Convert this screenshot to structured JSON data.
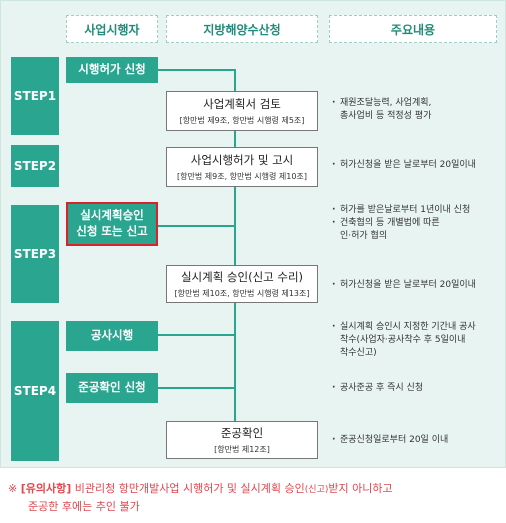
{
  "headers": {
    "operator": "사업시행자",
    "authority": "지방해양수산청",
    "content": "주요내용"
  },
  "steps": [
    "STEP1",
    "STEP2",
    "STEP3",
    "STEP4"
  ],
  "operator_boxes": {
    "permit_application": "시행허가 신청",
    "approval_line1": "실시계획승인",
    "approval_line2": "신청 또는 신고",
    "construction": "공사시행",
    "completion_application": "준공확인 신청"
  },
  "authority_boxes": {
    "review_title": "사업계획서 검토",
    "review_basis": "[항만법 제9조, 항만법 시행령 제5조]",
    "permit_title": "사업시행허가 및 고시",
    "permit_basis": "[항만법 제9조, 항만법 시행령 제10조]",
    "approval_title": "실시계획 승인(신고 수리)",
    "approval_basis": "[항만법 제10조, 항만법 시행령 제13조]",
    "completion_title": "준공확인",
    "completion_basis": "[항만법 제12조]"
  },
  "notes": {
    "review_1": "재원조달능력, 사업계획,",
    "review_2": "총사업비 등 적정성 평가",
    "permit": "허가신청을 받은 날로부터 20일이내",
    "step3_a": "허가를 받은날로부터 1년이내 신청",
    "step3_b1": "건축협의 등 개별법에 따른",
    "step3_b2": "인·허가 협의",
    "step3_c": "허가신청을 받은 날로부터 20일이내",
    "step4_a1": "실시계획 승인시 지정한 기간내 공사",
    "step4_a2": "착수(사업자·공사착수 후 5일이내",
    "step4_a3": "착수신고)",
    "step4_b": "공사준공 후 즉시 신청",
    "step4_c": "준공신청일로부터 20일 이내"
  },
  "footer": {
    "mark": "※",
    "label": "[유의사항]",
    "text1": "비관리청 항만개발사업 시행허가 및 실시계획 승인",
    "paren": "(신고)",
    "text2": "받지 아니하고",
    "line2": "준공한 후에는 추인 불가"
  },
  "colors": {
    "accent": "#2aa590",
    "highlight": "#d9222a",
    "warning": "#e0474f",
    "background": "#e8f4f1"
  }
}
